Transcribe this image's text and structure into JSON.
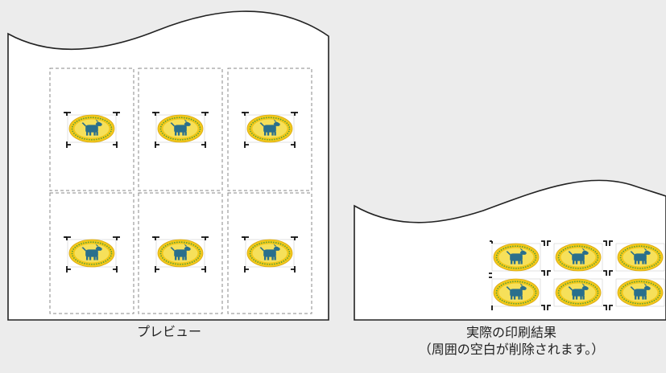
{
  "preview": {
    "caption": "プレビュー",
    "grid": {
      "columns": 3,
      "rows": 2
    }
  },
  "result": {
    "caption_line1": "実際の印刷結果",
    "caption_line2": "（周囲の空白が削除されます。）",
    "grid": {
      "columns": 3,
      "rows": 2
    }
  },
  "sticker": {
    "icon": "dog-oval-sticker-icon",
    "colors": {
      "ring": "#f2c81a",
      "ring_dots": "#4e9c3c",
      "inner": "#f6e05a",
      "dog": "#2a6f8c",
      "cell_border": "#9a9a9a",
      "crop_mark": "#111111"
    }
  }
}
